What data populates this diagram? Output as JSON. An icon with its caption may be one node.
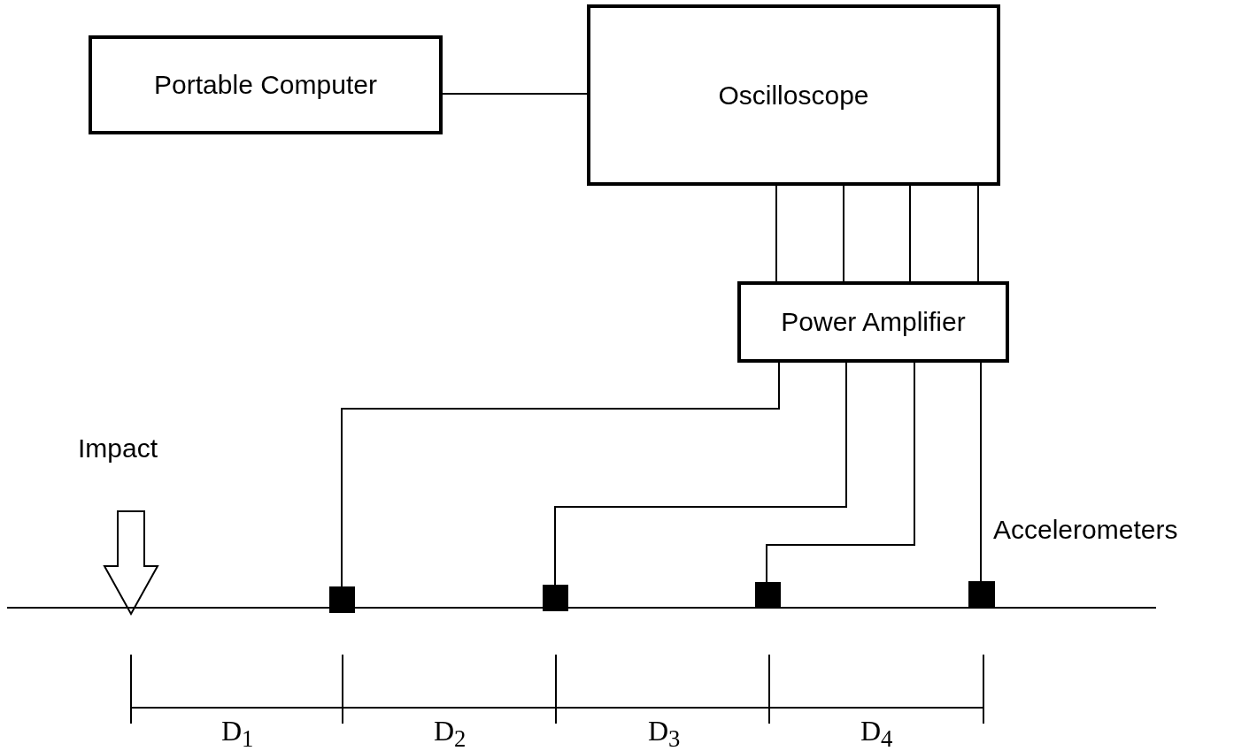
{
  "diagram": {
    "nodes": [
      {
        "text": [
          "Portable Computer"
        ]
      },
      {
        "text": [
          "Oscilloscope"
        ]
      },
      {
        "text": [
          "Power Amplifier"
        ]
      },
      {
        "text": [],
        "shape": "box"
      },
      {
        "text": [],
        "shape": "box"
      },
      {
        "text": [],
        "shape": "box"
      },
      {
        "text": [],
        "shape": "box"
      }
    ],
    "edges": [
      {
        "from": 0,
        "to": 1,
        "arrow": "none"
      },
      {
        "from": 1,
        "to": 2,
        "arrow": "none"
      },
      {
        "from": 1,
        "to": 2,
        "arrow": "none"
      },
      {
        "from": 1,
        "to": 2,
        "arrow": "none"
      },
      {
        "from": 1,
        "to": 2,
        "arrow": "none"
      },
      {
        "from": 2,
        "to": 3,
        "arrow": "none"
      },
      {
        "from": 2,
        "to": 4,
        "arrow": "none"
      },
      {
        "from": 2,
        "to": 5,
        "arrow": "none"
      },
      {
        "from": 2,
        "to": 6,
        "arrow": "none"
      }
    ],
    "labels": [
      "Impact",
      "Accelerometers",
      "D$_{1}$",
      "D$_{2}$",
      "D$_{3}$",
      "D$_{4}$"
    ]
  }
}
